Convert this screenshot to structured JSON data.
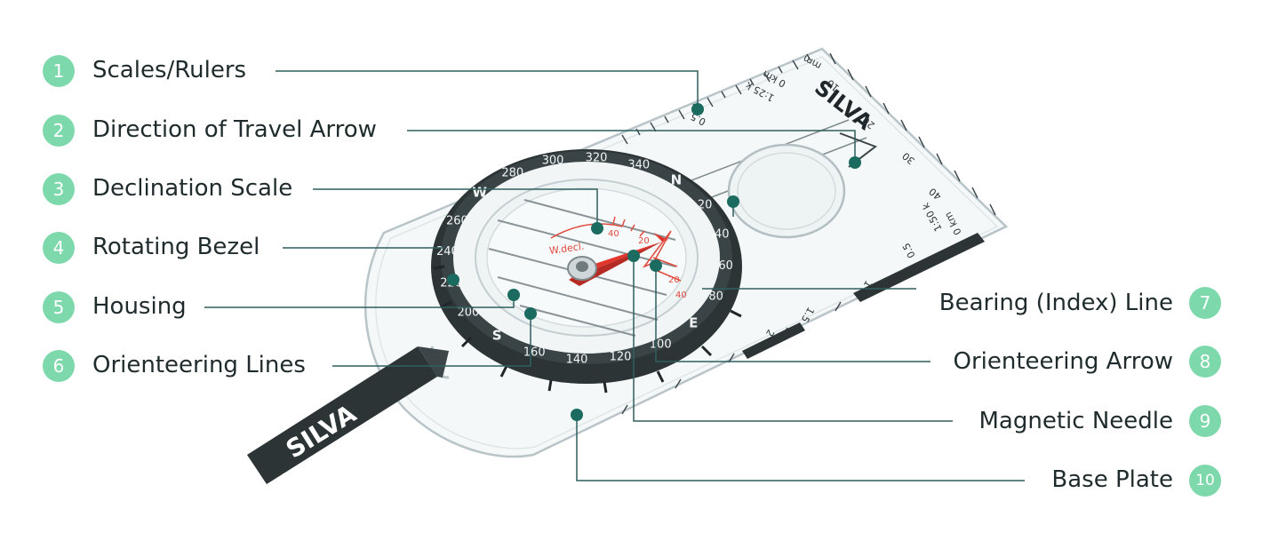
{
  "colors": {
    "badge": "#7dd8ac",
    "leader": "#2f5e5e",
    "dot": "#1b6b60",
    "bezel": "#2c3436",
    "needle": "#e2352c",
    "decl": "#e04a3c",
    "plate_edge": "#b9c4c8",
    "text": "#1f2b2c"
  },
  "brand": {
    "plate_logo": "SILVA",
    "strap_logo": "SILVA"
  },
  "labels_left": [
    {
      "num": "1",
      "text": "Scales/Rulers"
    },
    {
      "num": "2",
      "text": "Direction of Travel Arrow"
    },
    {
      "num": "3",
      "text": "Declination Scale"
    },
    {
      "num": "4",
      "text": "Rotating Bezel"
    },
    {
      "num": "5",
      "text": "Housing"
    },
    {
      "num": "6",
      "text": "Orienteering Lines"
    }
  ],
  "labels_right": [
    {
      "num": "7",
      "text": "Bearing (Index) Line"
    },
    {
      "num": "8",
      "text": "Orienteering Arrow"
    },
    {
      "num": "9",
      "text": "Magnetic Needle"
    },
    {
      "num": "10",
      "text": "Base Plate"
    }
  ],
  "compass": {
    "bezel_numbers": [
      "280",
      "300",
      "320",
      "340",
      "N",
      "20",
      "40",
      "60",
      "80",
      "E",
      "100",
      "120",
      "140",
      "160",
      "S",
      "200",
      "220",
      "240",
      "260",
      "W"
    ],
    "declination_label": "W.decl.",
    "declination_marks": [
      "40",
      "20",
      "20",
      "40"
    ]
  },
  "plate": {
    "scale_top": [
      "mm",
      "0 km",
      "1:25 k",
      "0.5",
      "10",
      "20",
      "30",
      "40"
    ],
    "scale_right": [
      "0 km",
      "1:50 k",
      "0.5",
      "1",
      "1.5",
      "2"
    ]
  }
}
